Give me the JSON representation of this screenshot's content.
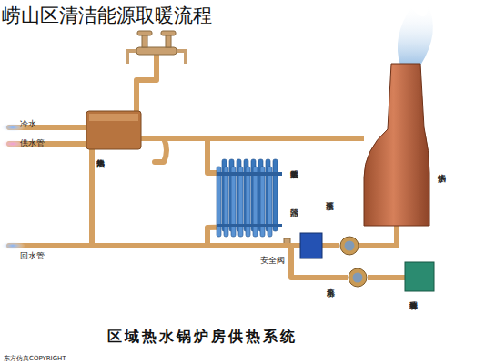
{
  "diagram": {
    "title": "崂山区清洁能源取暖流程",
    "caption": "区域热水锅炉房供热系统",
    "nodes": [
      {
        "text": [
          "生活热水加热器"
        ]
      },
      {
        "text": [
          "采暖散热装置"
        ]
      },
      {
        "text": [
          "热水锅炉"
        ]
      },
      {
        "text": [
          "除污器"
        ]
      },
      {
        "text": [
          "循环水泵"
        ]
      },
      {
        "text": [
          "补给水泵"
        ]
      },
      {
        "text": [
          "补给水处理装置"
        ]
      }
    ],
    "edges": [
      {
        "from": 2,
        "to": 0,
        "arrow": "none"
      },
      {
        "from": 2,
        "to": 1,
        "arrow": "none"
      },
      {
        "from": 1,
        "to": 3,
        "arrow": "none"
      },
      {
        "from": 3,
        "to": 4,
        "arrow": "none"
      },
      {
        "from": 4,
        "to": 2,
        "arrow": "none"
      },
      {
        "from": 6,
        "to": 5,
        "arrow": "none"
      },
      {
        "from": 5,
        "to": 3,
        "arrow": "none"
      }
    ],
    "labels": [
      "冷水",
      "供水管",
      "回水管",
      "安全阀",
      "东方仿真COPYRIGHT"
    ]
  }
}
